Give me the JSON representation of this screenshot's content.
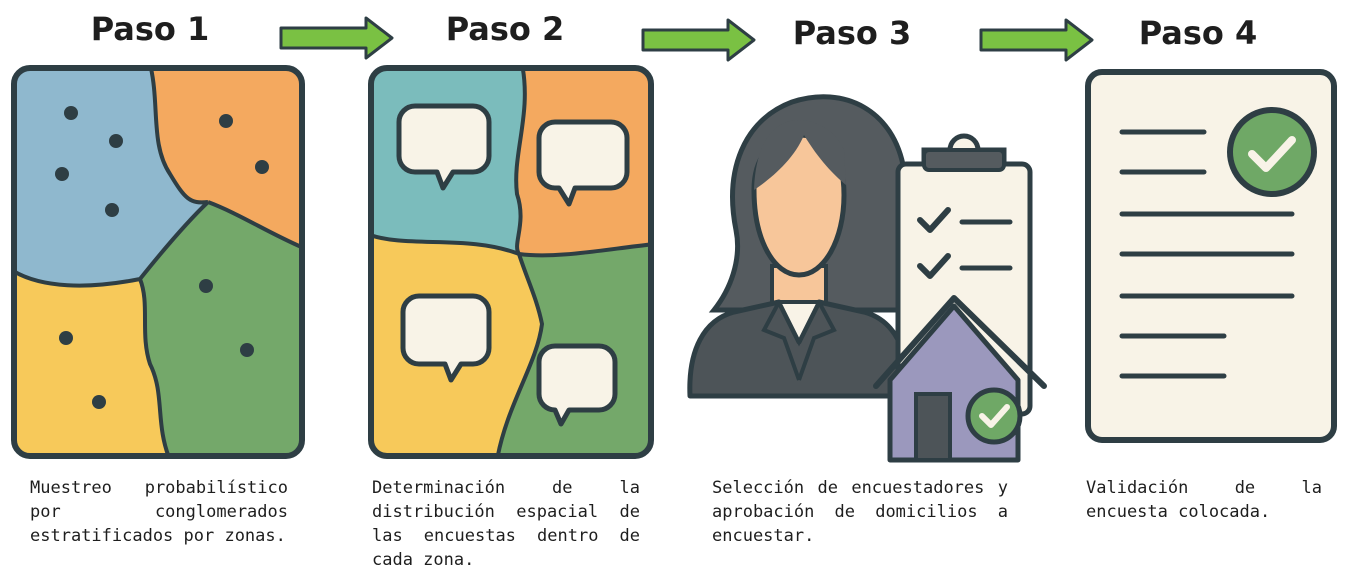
{
  "steps": [
    {
      "title": "Paso 1",
      "description": "Muestreo probabilístico por conglomerados estratificados por zonas."
    },
    {
      "title": "Paso 2",
      "description": "Determinación de la distribución espacial de las encuestas dentro de cada zona."
    },
    {
      "title": "Paso 3",
      "description": "Selección de encuestadores y aprobación de domicilios a encuestar."
    },
    {
      "title": "Paso 4",
      "description": "Validación de la encuesta colocada."
    }
  ],
  "colors": {
    "arrow_fill": "#7ac143",
    "arrow_stroke": "#2e3e44",
    "outline": "#2e3e44",
    "zone_blue": "#8fb8ce",
    "zone_orange": "#f4a95f",
    "zone_green": "#74a86a",
    "zone_yellow": "#f7c95a",
    "zone_teal": "#7bbcbc",
    "document_bg": "#f8f3e7",
    "check_green": "#6fa866",
    "house_purple": "#9b98bd",
    "skin": "#f7c69a",
    "hair": "#555b5f",
    "suit": "#4d5458"
  },
  "icons": [
    "zone-map-icon",
    "speech-bubble-icon",
    "person-icon",
    "clipboard-icon",
    "house-icon",
    "checkmark-icon",
    "document-icon"
  ]
}
